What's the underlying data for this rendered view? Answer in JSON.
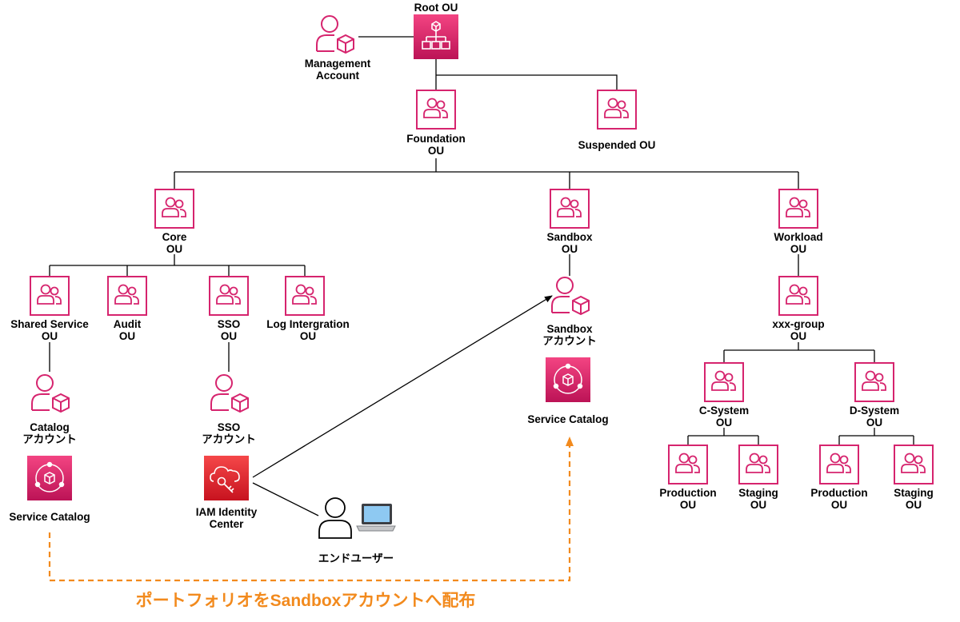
{
  "colors": {
    "ou_border": "#d6246e",
    "service_gradient_top": "#f34482",
    "service_gradient_bottom": "#bc1356",
    "iam_gradient_top": "#f54749",
    "iam_gradient_bottom": "#c7131f",
    "line": "#000000",
    "dashed_arrow": "#f28a1d",
    "caption": "#f28a1d"
  },
  "icons": {
    "root_ou": "organizations-icon",
    "ou": "ou-group-icon",
    "account": "account-icon",
    "service_catalog": "service-catalog-icon",
    "iam_identity_center": "iam-identity-center-icon",
    "end_user": "user-icon",
    "laptop": "laptop-icon"
  },
  "nodes": {
    "root_ou": {
      "line1": "Root OU"
    },
    "management_account": {
      "line1": "Management",
      "line2": "Account"
    },
    "foundation_ou": {
      "line1": "Foundation",
      "line2": "OU"
    },
    "suspended_ou": {
      "line1": "Suspended OU"
    },
    "core_ou": {
      "line1": "Core",
      "line2": "OU"
    },
    "sandbox_ou": {
      "line1": "Sandbox",
      "line2": "OU"
    },
    "workload_ou": {
      "line1": "Workload",
      "line2": "OU"
    },
    "shared_service_ou": {
      "line1": "Shared Service",
      "line2": "OU"
    },
    "audit_ou": {
      "line1": "Audit",
      "line2": "OU"
    },
    "sso_ou": {
      "line1": "SSO",
      "line2": "OU"
    },
    "log_integration_ou": {
      "line1": "Log Intergration",
      "line2": "OU"
    },
    "sandbox_account": {
      "line1": "Sandbox",
      "line2": "アカウント"
    },
    "sandbox_service_catalog": {
      "line1": "Service Catalog"
    },
    "xxx_group_ou": {
      "line1": "xxx-group",
      "line2": "OU"
    },
    "catalog_account": {
      "line1": "Catalog",
      "line2": "アカウント"
    },
    "sso_account": {
      "line1": "SSO",
      "line2": "アカウント"
    },
    "catalog_service_catalog": {
      "line1": "Service Catalog"
    },
    "iam_identity_center": {
      "line1": "IAM Identity",
      "line2": "Center"
    },
    "end_user": {
      "line1": "エンドユーザー"
    },
    "c_system_ou": {
      "line1": "C-System",
      "line2": "OU"
    },
    "d_system_ou": {
      "line1": "D-System",
      "line2": "OU"
    },
    "c_production_ou": {
      "line1": "Production",
      "line2": "OU"
    },
    "c_staging_ou": {
      "line1": "Staging",
      "line2": "OU"
    },
    "d_production_ou": {
      "line1": "Production",
      "line2": "OU"
    },
    "d_staging_ou": {
      "line1": "Staging",
      "line2": "OU"
    }
  },
  "caption": "ポートフォリオをSandboxアカウントへ配布"
}
